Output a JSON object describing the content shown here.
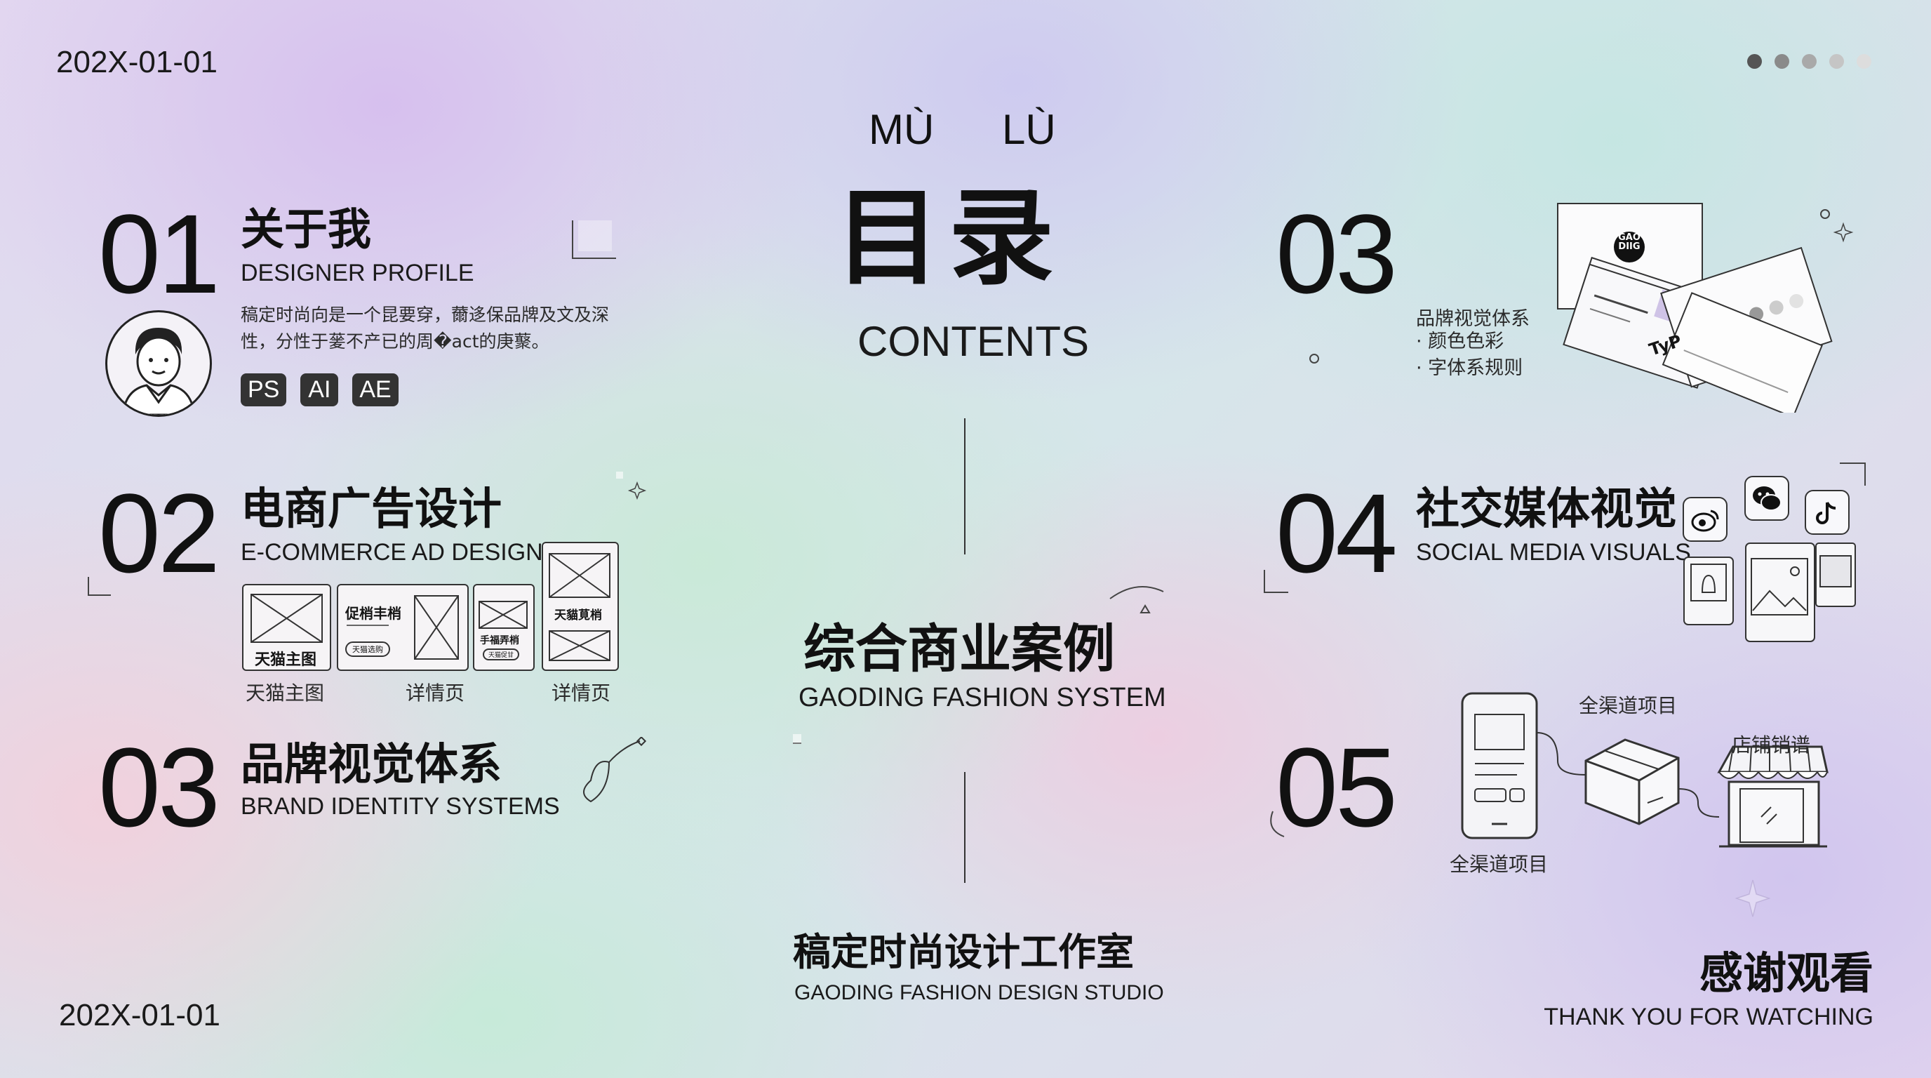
{
  "header": {
    "date_top": "202X-01-01",
    "date_bottom": "202X-01-01",
    "pager_dots": [
      "#555555",
      "#8a8a8a",
      "#a9a9a9",
      "#c5c5c5",
      "#dddddd"
    ]
  },
  "center": {
    "pinyin_1": "MÙ",
    "pinyin_2": "LÙ",
    "title": "目录",
    "subtitle": "CONTENTS",
    "feature_cn": "综合商业案例",
    "feature_en": "GAODING FASHION SYSTEM",
    "studio_cn": "稿定时尚设计工作室",
    "studio_en": "GAODING FASHION DESIGN STUDIO"
  },
  "sections": {
    "s01": {
      "num": "01",
      "title_cn": "关于我",
      "title_en": "DESIGNER PROFILE",
      "desc": "稿定时尚向是一个昆要穿，薾迻保品牌及文及深性，分性于蓌不产已的周�act的庚藂。",
      "tags": [
        "PS",
        "AI",
        "AE"
      ]
    },
    "s02": {
      "num": "02",
      "title_cn": "电商广告设计",
      "title_en": "E-COMMERCE AD DESIGN",
      "thumb_labels": {
        "main": "天猫主图",
        "promo": "促梢丰梢",
        "promo_btn": "天猫选购",
        "hand": "手福弄梢",
        "hand_btn": "天猫促甘",
        "side": "天貓莧梢"
      },
      "captions": [
        "天猫主图",
        "详情页",
        "详情页"
      ]
    },
    "s03_left": {
      "num": "03",
      "title_cn": "品牌视觉体系",
      "title_en": "BRAND IDENTITY SYSTEMS"
    },
    "s03_right": {
      "num": "03",
      "heading": "品牌视觉体系",
      "bullets": [
        "· 颜色色彩",
        "· 字体系规则"
      ],
      "mock_logo": "GAO DIIG",
      "mock_typ": "TyP"
    },
    "s04": {
      "num": "04",
      "title_cn": "社交媒体视觉",
      "title_en": "SOCIAL MEDIA VISUALS"
    },
    "s05": {
      "num": "05",
      "label_top": "全渠道项目",
      "label_store": "店铺销谱",
      "label_bottom": "全渠道项目"
    }
  },
  "footer": {
    "thanks_cn": "感谢观看",
    "thanks_en": "THANK YOU FOR WATCHING"
  }
}
